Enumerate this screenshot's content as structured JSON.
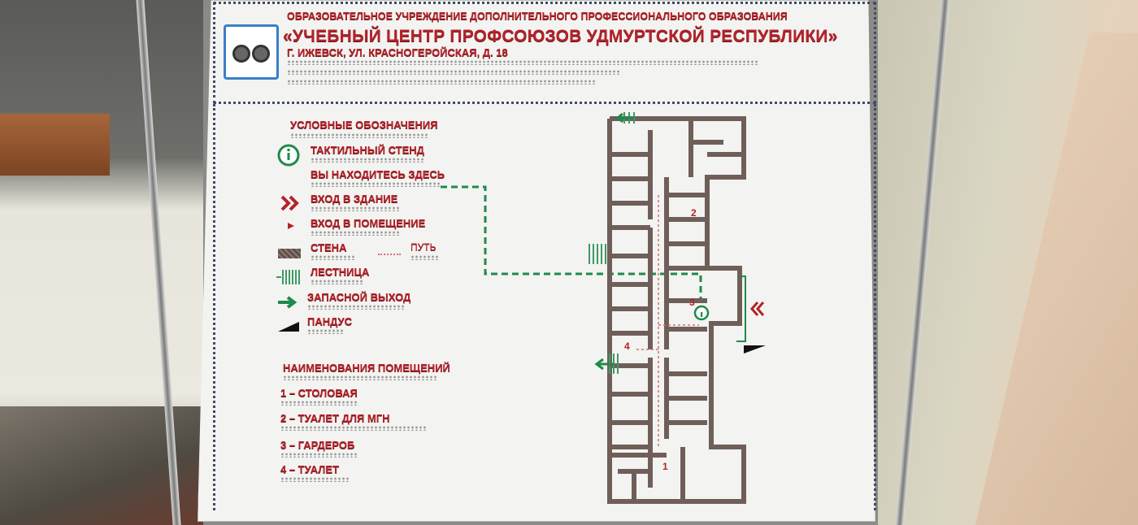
{
  "header": {
    "org_line": "ОБРАЗОВАТЕЛЬНОЕ УЧРЕЖДЕНИЕ ДОПОЛНИТЕЛЬНОГО ПРОФЕССИОНАЛЬНОГО ОБРАЗОВАНИЯ",
    "title": "«УЧЕБНЫЙ ЦЕНТР ПРОФСОЮЗОВ УДМУРТСКОЙ РЕСПУБЛИКИ»",
    "address": "Г. ИЖЕВСК, УЛ. КРАСНОГЕРОЙСКАЯ, Д. 18"
  },
  "legend": {
    "heading": "УСЛОВНЫЕ ОБОЗНАЧЕНИЯ",
    "items": [
      {
        "label": "ТАКТИЛЬНЫЙ СТЕНД",
        "icon": "info-circle-icon"
      },
      {
        "label": "ВЫ НАХОДИТЕСЬ ЗДЕСЬ",
        "icon": "none"
      },
      {
        "label": "ВХОД В ЗДАНИЕ",
        "icon": "double-chevron-icon"
      },
      {
        "label": "ВХОД В ПОМЕЩЕНИЕ",
        "icon": "small-arrow-icon"
      },
      {
        "label": "СТЕНА",
        "icon": "wall-hatch-icon"
      },
      {
        "label": "ПУТЬ",
        "icon": "dotted-path-icon"
      },
      {
        "label": "ЛЕСТНИЦА",
        "icon": "stairs-icon"
      },
      {
        "label": "ЗАПАСНОЙ ВЫХОД",
        "icon": "green-arrow-icon"
      },
      {
        "label": "ПАНДУС",
        "icon": "ramp-icon"
      }
    ]
  },
  "rooms": {
    "heading": "НАИМЕНОВАНИЯ ПОМЕЩЕНИЙ",
    "items": [
      "1 – СТОЛОВАЯ",
      "2 – ТУАЛЕТ ДЛЯ МГН",
      "3 – ГАРДЕРОБ",
      "4 – ТУАЛЕТ"
    ]
  },
  "plan_labels": {
    "r1": "1",
    "r2": "2",
    "r3": "3",
    "r4": "4"
  },
  "colors": {
    "red": "#b3232b",
    "green": "#1f8a4c",
    "wall": "#6f5f58",
    "blue": "#3a7fc8"
  }
}
